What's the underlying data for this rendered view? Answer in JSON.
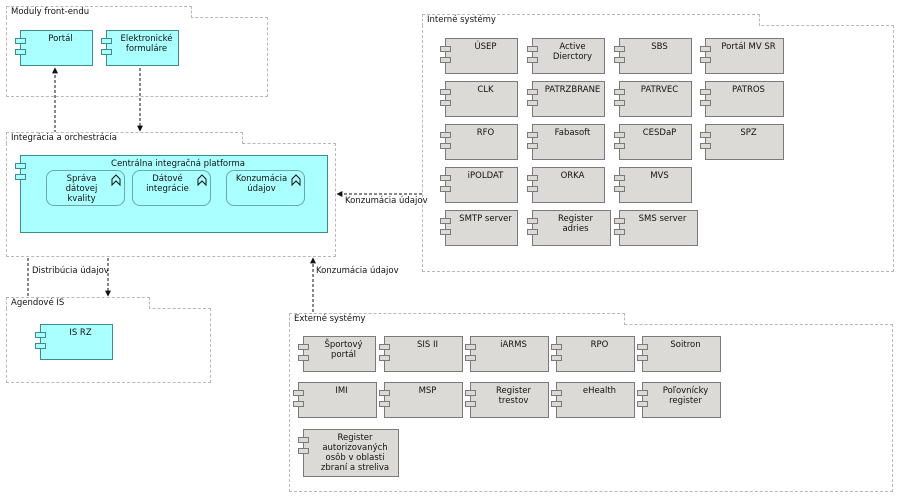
{
  "groups": {
    "frontend": "Moduly front-endu",
    "integration": "Integrácia a orchestrácia",
    "agenda": "Agendové IS",
    "internal": "Interné systémy",
    "external": "Externé systémy"
  },
  "frontend_items": [
    "Portál",
    "Elektronické formuláre"
  ],
  "platform": {
    "title": "Centrálna integračná platforma",
    "functions": [
      "Správa dátovej kvality",
      "Dátové integrácie",
      "Konzumácia údajov"
    ]
  },
  "agenda_items": [
    "IS RZ"
  ],
  "internal_items": [
    "ÚSEP",
    "Active Dierctory",
    "SBS",
    "Portál MV SR",
    "CLK",
    "PATRZBRANE",
    "PATRVEC",
    "PATROS",
    "RFO",
    "Fabasoft",
    "CESDaP",
    "SPZ",
    "iPOLDAT",
    "ORKA",
    "MVS",
    "SMTP server",
    "Register adries",
    "SMS server"
  ],
  "external_items": [
    "Športový portál",
    "SIS II",
    "iARMS",
    "RPO",
    "Soitron",
    "IMI",
    "MSP",
    "Register trestov",
    "eHealth",
    "Poľovnícky register",
    "Register autorizovaných osôb v oblasti zbraní a streliva"
  ],
  "connections": {
    "internal_to_platform": "Konzumácia údajov",
    "platform_to_agenda": "Distribúcia údajov",
    "external_to_platform": "Konzumácia údajov"
  }
}
